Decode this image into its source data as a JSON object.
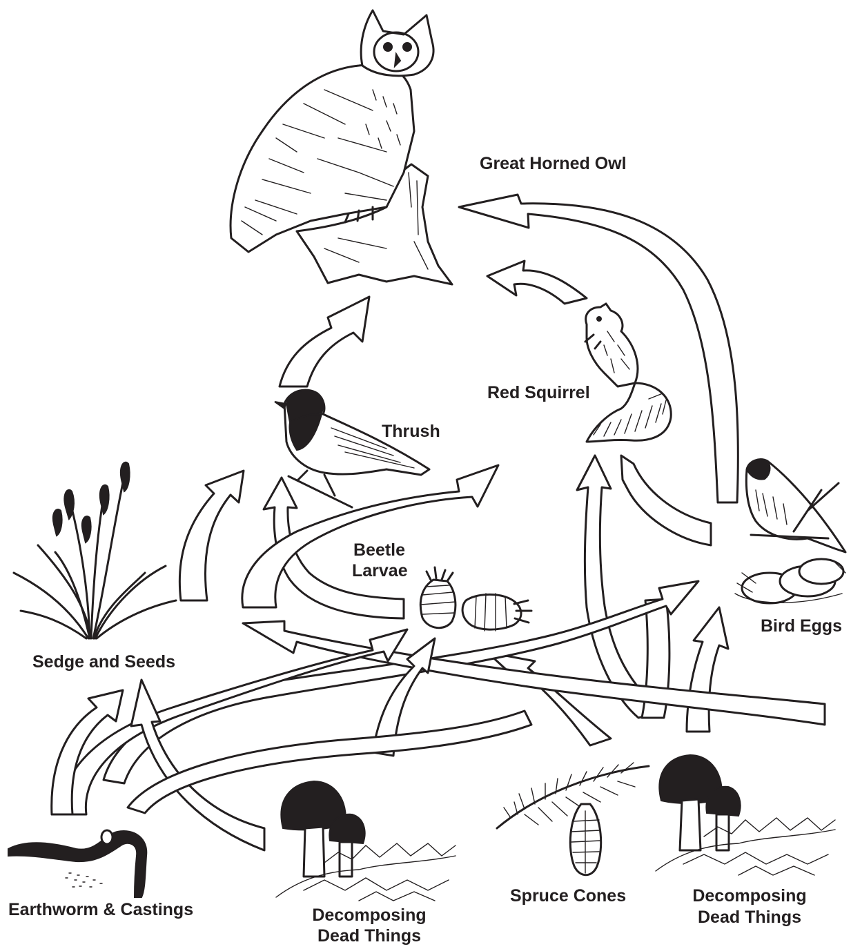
{
  "labels": {
    "owl": "Great Horned Owl",
    "squirrel": "Red Squirrel",
    "thrush": "Thrush",
    "beetle_line1": "Beetle",
    "beetle_line2": "Larvae",
    "sedge": "Sedge and Seeds",
    "bird_eggs": "Bird Eggs",
    "earthworm": "Earthworm & Castings",
    "decomp_left_line1": "Decomposing",
    "decomp_left_line2": "Dead Things",
    "spruce": "Spruce Cones",
    "decomp_right_line1": "Decomposing",
    "decomp_right_line2": "Dead Things"
  },
  "colors": {
    "ink": "#231f20",
    "background": "#ffffff"
  }
}
